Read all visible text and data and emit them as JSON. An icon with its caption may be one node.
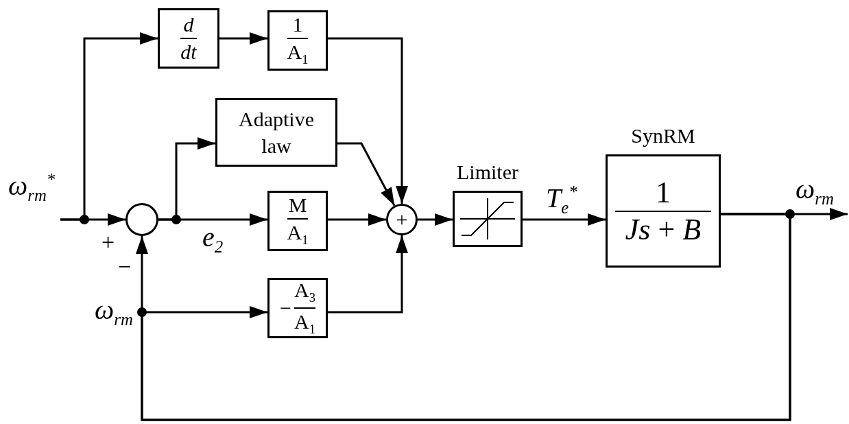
{
  "diagram": {
    "nodes": [
      {
        "text": [
          "ω$_{rm}$$^{*}$"
        ]
      },
      {
        "text": [],
        "shape": "circle"
      },
      {
        "text": [
          "d",
          "dt"
        ]
      },
      {
        "text": [
          "1",
          "A$_{1}$"
        ]
      },
      {
        "text": [
          "Adaptive law"
        ]
      },
      {
        "text": [
          "M",
          "A$_{1}$"
        ]
      },
      {
        "text": [
          "−",
          "A$_{3}$",
          "A$_{1}$"
        ]
      },
      {
        "text": [
          "+"
        ]
      },
      {
        "text": [
          "Limiter"
        ]
      },
      {
        "text": [
          "SynRM",
          "1",
          "*Js* + *B*"
        ]
      }
    ],
    "edges": [
      {
        "from": 0,
        "to": 1,
        "arrow": "to"
      },
      {
        "from": 0,
        "to": 2,
        "arrow": "to"
      },
      {
        "from": 2,
        "to": 3,
        "arrow": "to"
      },
      {
        "from": 3,
        "to": 7,
        "arrow": "to"
      },
      {
        "from": 1,
        "to": 4,
        "arrow": "to"
      },
      {
        "from": 1,
        "to": 5,
        "arrow": "to",
        "label": "e$_{2}$"
      },
      {
        "from": 4,
        "to": 7,
        "arrow": "to"
      },
      {
        "from": 5,
        "to": 7,
        "arrow": "to"
      },
      {
        "from": 6,
        "to": 7,
        "arrow": "to"
      },
      {
        "from": 7,
        "to": 8,
        "arrow": "to"
      },
      {
        "from": 8,
        "to": 9,
        "arrow": "to",
        "label": "T$_{e}$$^{*}$"
      },
      {
        "from": 9,
        "to": null,
        "arrow": "to",
        "label": "ω$_{rm}$"
      },
      {
        "from": 9,
        "to": 1,
        "arrow": "to"
      },
      {
        "from": 9,
        "to": 6,
        "arrow": "to"
      }
    ],
    "labels": [
      "+",
      "−",
      "ω$_{rm}$"
    ]
  }
}
